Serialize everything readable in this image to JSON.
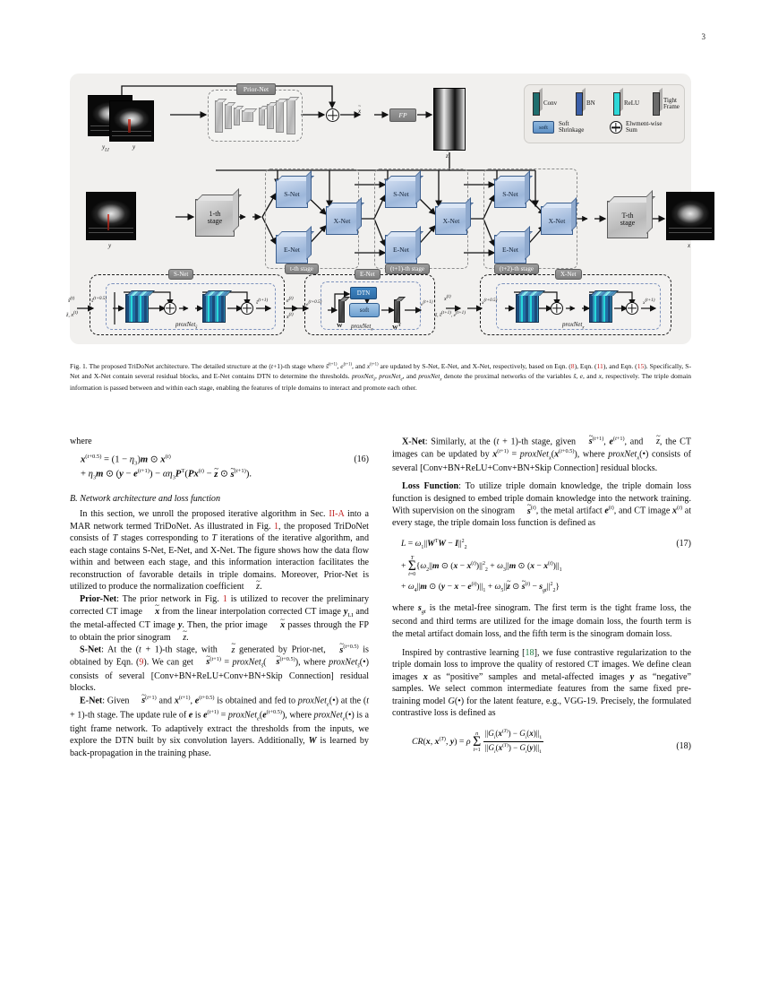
{
  "page": {
    "number": "3"
  },
  "figure": {
    "prior_net_label": "Prior-Net",
    "fp_label": "FP",
    "input_labels": {
      "y_li": "y",
      "y_li_sub": "LI",
      "y": "y"
    },
    "prior_image_label": "x̃",
    "sinogram_label": "z̃",
    "output_label": "x",
    "stages": {
      "first": "1-th stage",
      "first_line1": "1-th",
      "first_line2": "stage",
      "last_line1": "T-th",
      "last_line2": "stage",
      "tags": [
        "t-th stage",
        "(t+1)-th stage",
        "(t+2)-th stage"
      ]
    },
    "nets": {
      "s": "S-Net",
      "e": "E-Net",
      "x": "X-Net"
    },
    "legend": {
      "items": [
        {
          "name": "Conv",
          "color": "#1f6e6e"
        },
        {
          "name": "BN",
          "color": "#3b5fa8"
        },
        {
          "name": "ReLU",
          "color": "#2ed8d8"
        },
        {
          "name": "Tight Frame",
          "line1": "Tight",
          "line2": "Frame",
          "color": "#6a6a6a"
        }
      ],
      "soft_chip": "soft",
      "soft_label_line1": "Soft",
      "soft_label_line2": "Shrinkage",
      "sum_label_line1": "Elwment-wise",
      "sum_label_line2": "Sum"
    },
    "detail_panels": {
      "snet": {
        "title": "S-Net",
        "prox": "proxNet",
        "prox_sub": "s̃",
        "in_top": "s̃ⁱ⁽ᵗ⁾",
        "in_bot": "z̃, x⁽ᵗ⁾",
        "mid": "s̃⁽ᵗ⁺⁰·⁵⁾",
        "out": "s̃⁽ᵗ⁺¹⁾"
      },
      "enet": {
        "title": "E-Net",
        "prox": "proxNet",
        "prox_sub": "e",
        "dtn": "DTN",
        "soft": "soft",
        "w_left": "W",
        "w_right": "Wᵀ",
        "in_top": "e⁽ᵗ⁾",
        "in_bot": "x⁽ᵗ⁾",
        "mid": "e⁽ᵗ⁺⁰·⁵⁾",
        "out": "e⁽ᵗ⁺¹⁾"
      },
      "xnet": {
        "title": "X-Net",
        "prox": "proxNet",
        "prox_sub": "x",
        "in_top": "x⁽ᵗ⁾",
        "in_bot": "z̃, s̃⁽ᵗ⁺¹⁾, e⁽ᵗ⁺¹⁾",
        "mid": "x⁽ᵗ⁺⁰·⁵⁾",
        "out": "x⁽ᵗ⁺¹⁾"
      }
    }
  },
  "caption": {
    "label": "Fig. 1.",
    "text_1": "The proposed TriDoNet architecture. The detailed structure at the (t+1)-th stage where s̃",
    "full": "The proposed TriDoNet architecture. The detailed structure at the (t+1)-th stage where s̃(t+1), e(t+1), and x(t+1) are updated by S-Net, E-Net, and X-Net, respectively, based on Eqn. (8), Eqn. (11), and Eqn. (15). Specifically, S-Net and X-Net contain several residual blocks, and E-Net contains DTN to determine the thresholds. proxNets̃, proxNete, and proxNetx denote the proximal networks of the variables s̃, e, and x, respectively. The triple domain information is passed between and within each stage, enabling the features of triple domains to interact and promote each other.",
    "refs": [
      "8",
      "11",
      "15"
    ]
  },
  "left_column": {
    "where_label": "where",
    "eq16": {
      "number": "(16)",
      "line1": "x(t+0.5) = (1 − η3)m ⊙ x(t)",
      "line2": "+ η3m ⊙ (y − e(t+1)) − αη3PT(Px(t) − z̃ ⊙ s̃(t+1))."
    },
    "section_heading": "B. Network architecture and loss function",
    "para_1": "In this section, we unroll the proposed iterative algorithm in Sec. II-A into a MAR network termed TriDoNet. As illustrated in Fig. 1, the proposed TriDoNet consists of T stages corresponding to T iterations of the iterative algorithm, and each stage contains S-Net, E-Net, and X-Net. The figure shows how the data flow within and between each stage, and this information interaction facilitates the reconstruction of favorable details in triple domains. Moreover, Prior-Net is utilized to produce the normalization coefficient z̃.",
    "para_1_refs": {
      "sec": "II-A",
      "fig": "1"
    },
    "prior_net_title": "Prior-Net",
    "para_2": ": The prior network in Fig. 1 is utilized to recover the preliminary corrected CT image x̃ from the linear interpolation corrected CT image yLI and the metal-affected CT image y. Then, the prior image x̃ passes through the FP to obtain the prior sinogram z̃.",
    "s_net_title": "S-Net",
    "para_3": ": At the (t + 1)-th stage, with z̃ generated by Prior-net, s̃(t+0.5) is obtained by Eqn. (9). We can get s̃(t+1) = proxNets̃(s̃(t+0.5)), where proxNets̃(•) consists of several [Conv+BN+ReLU+Conv+BN+Skip Connection] residual blocks.",
    "para_3_ref": "9",
    "e_net_title": "E-Net",
    "para_4": ": Given s̃(t+1) and x(t+1), e(t+0.5) is obtained and fed to proxNete(•) at the (t + 1)-th stage. The update rule of e is e(t+1) = proxNete(e(t+0.5)), where proxNete(•) is a tight frame network. To adaptively extract the thresholds from the inputs, we explore the DTN built by six convolution layers. Additionally, W is learned by back-propagation in the training phase."
  },
  "right_column": {
    "x_net_title": "X-Net",
    "para_1": ": Similarly, at the (t + 1)-th stage, given s̃(t+1), e(t+1), and z̃, the CT images can be updated by x(t+1) = proxNetx(x(t+0.5)), where proxNetx(•) consists of several [Conv+BN+ReLU+Conv+BN+Skip Connection] residual blocks.",
    "loss_fn_title": "Loss Function",
    "para_2": ": To utilize triple domain knowledge, the triple domain loss function is designed to embed triple domain knowledge into the network training. With supervision on the sinogram s̃(t), the metal artifact e(t), and CT image x(t) at every stage, the triple domain loss function is defined as",
    "eq17": {
      "number": "(17)",
      "line1": "L = ω1||WTW − I||22",
      "line2": "+ Σ(t=0..T) {ω2||m ⊙ (x − x(t))||22 + ω3||m ⊙ (x − x(t))||1",
      "line3": "+ ω4||m ⊙ (y − x − e(t))||1 + ω5||z̃ ⊙ s̃(t) − sgt||22}"
    },
    "para_3": "where sgt is the metal-free sinogram. The first term is the tight frame loss, the second and third terms are utilized for the image domain loss, the fourth term is the metal artifact domain loss, and the fifth term is the sinogram domain loss.",
    "para_4": "Inspired by contrastive learning [18], we fuse contrastive regularization to the triple domain loss to improve the quality of restored CT images. We define clean images x as \"positive\" samples and metal-affected images y as \"negative\" samples. We select common intermediate features from the same fixed pre-training model G(•) for the latent feature, e.g., VGG-19. Precisely, the formulated contrastive loss is defined as",
    "para_4_ref": "18",
    "eq18": {
      "number": "(18)",
      "body": "CR(x, x(T), y) = ρ Σ(i=1..n) ||Gi(x(T)) − Gi(x)||1 / ||Gi(x(T)) − Gi(y)||1"
    }
  }
}
